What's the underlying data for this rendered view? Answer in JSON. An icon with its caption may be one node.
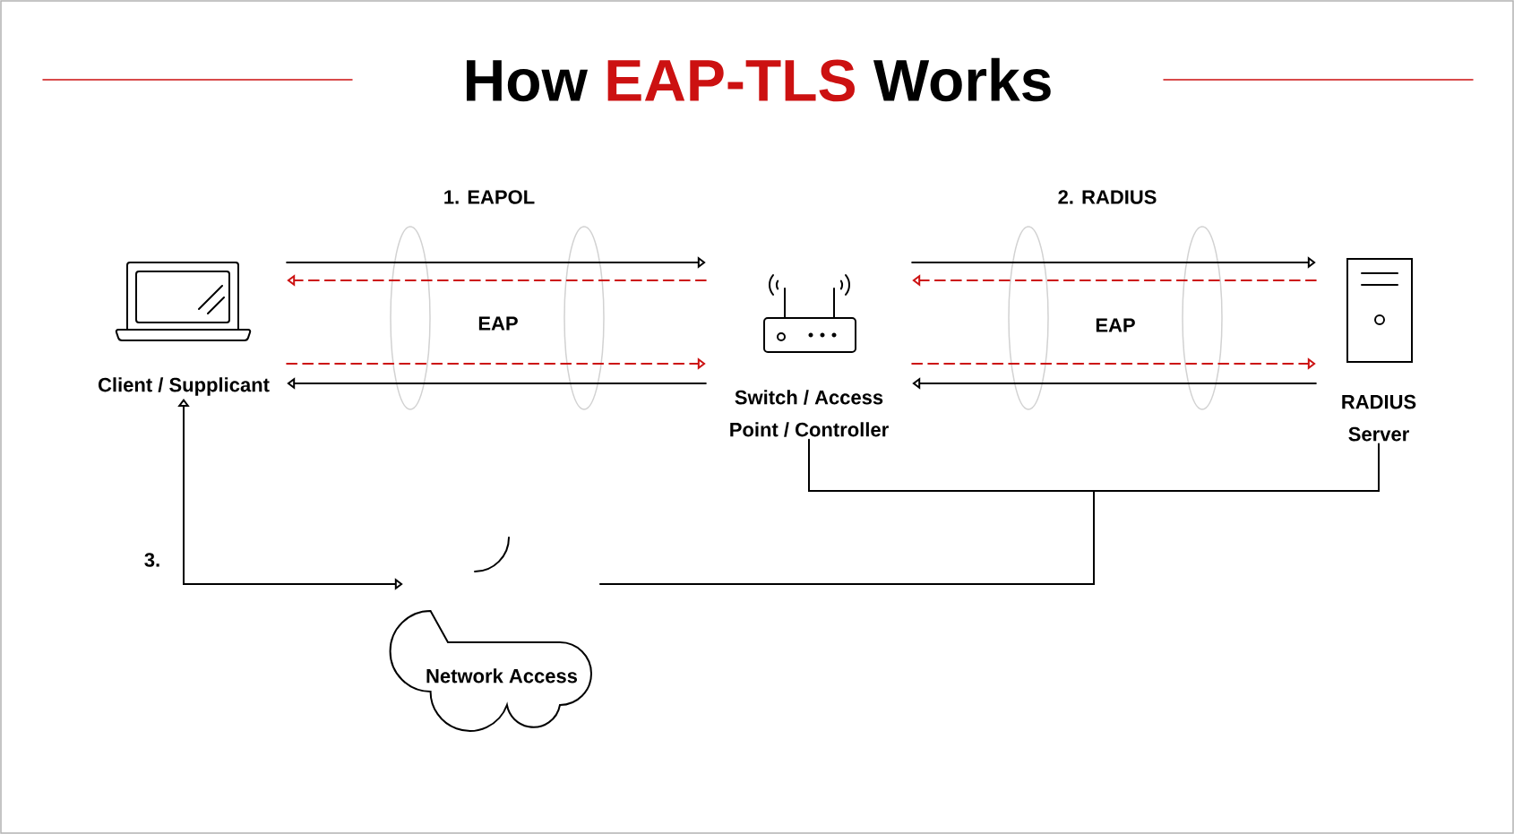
{
  "diagram": {
    "title": "How **EAP-TLS** Works",
    "nodes": [
      {
        "text": [
          "Client / Supplicant"
        ]
      },
      {
        "text": [
          "Switch / Access Point / Controller"
        ]
      },
      {
        "text": [
          "RADIUS Server"
        ]
      },
      {
        "text": [
          "Network Access"
        ]
      }
    ],
    "edges": [
      {
        "from": 0,
        "to": 1,
        "arrow": "to"
      },
      {
        "from": 1,
        "to": 0,
        "arrow": "to",
        "style": "dashed",
        "color": "#cc1111"
      },
      {
        "from": 0,
        "to": 1,
        "arrow": "to",
        "style": "dashed",
        "color": "#cc1111"
      },
      {
        "from": 1,
        "to": 0,
        "arrow": "to"
      },
      {
        "from": 1,
        "to": 2,
        "arrow": "to"
      },
      {
        "from": 2,
        "to": 1,
        "arrow": "to",
        "style": "dashed",
        "color": "#cc1111"
      },
      {
        "from": 1,
        "to": 2,
        "arrow": "to",
        "style": "dashed",
        "color": "#cc1111"
      },
      {
        "from": 2,
        "to": 1,
        "arrow": "to"
      },
      {
        "from": 1,
        "to": 3,
        "arrow": "none"
      },
      {
        "from": 2,
        "to": 3,
        "arrow": "none"
      },
      {
        "from": 3,
        "to": 0,
        "arrow": "both",
        "label": "3."
      }
    ],
    "labels": [
      "1. EAPOL",
      "EAP",
      "2. RADIUS",
      "EAP"
    ]
  }
}
